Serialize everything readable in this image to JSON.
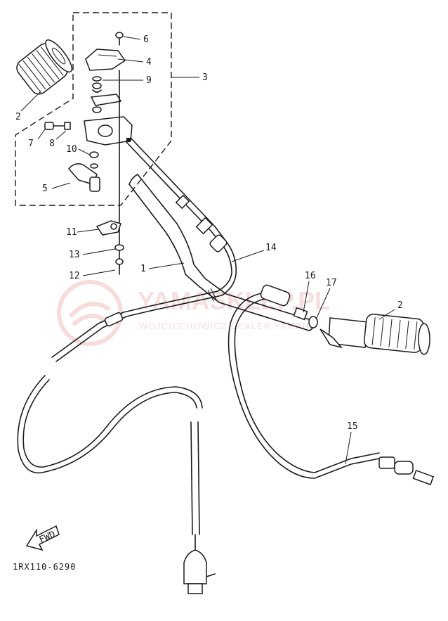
{
  "diagram": {
    "callouts": [
      {
        "id": "c6",
        "text": "6"
      },
      {
        "id": "c4",
        "text": "4"
      },
      {
        "id": "c9",
        "text": "9"
      },
      {
        "id": "c3",
        "text": "3"
      },
      {
        "id": "c2a",
        "text": "2"
      },
      {
        "id": "c7",
        "text": "7"
      },
      {
        "id": "c8",
        "text": "8"
      },
      {
        "id": "c10",
        "text": "10"
      },
      {
        "id": "c5",
        "text": "5"
      },
      {
        "id": "c11",
        "text": "11"
      },
      {
        "id": "c13",
        "text": "13"
      },
      {
        "id": "c12",
        "text": "12"
      },
      {
        "id": "c1",
        "text": "1"
      },
      {
        "id": "c14",
        "text": "14"
      },
      {
        "id": "c16",
        "text": "16"
      },
      {
        "id": "c17",
        "text": "17"
      },
      {
        "id": "c2b",
        "text": "2"
      },
      {
        "id": "c15",
        "text": "15"
      }
    ],
    "direction_label": "FWD",
    "drawing_code": "1RX110-6290"
  },
  "watermark": {
    "main": "YAMASKLEP.PL",
    "sub": "WOJCIECHOWICZ DEALER YAMAHA"
  },
  "colors": {
    "ink": "#1a1a1a",
    "watermark": "#f2c4c4",
    "background": "#ffffff"
  }
}
